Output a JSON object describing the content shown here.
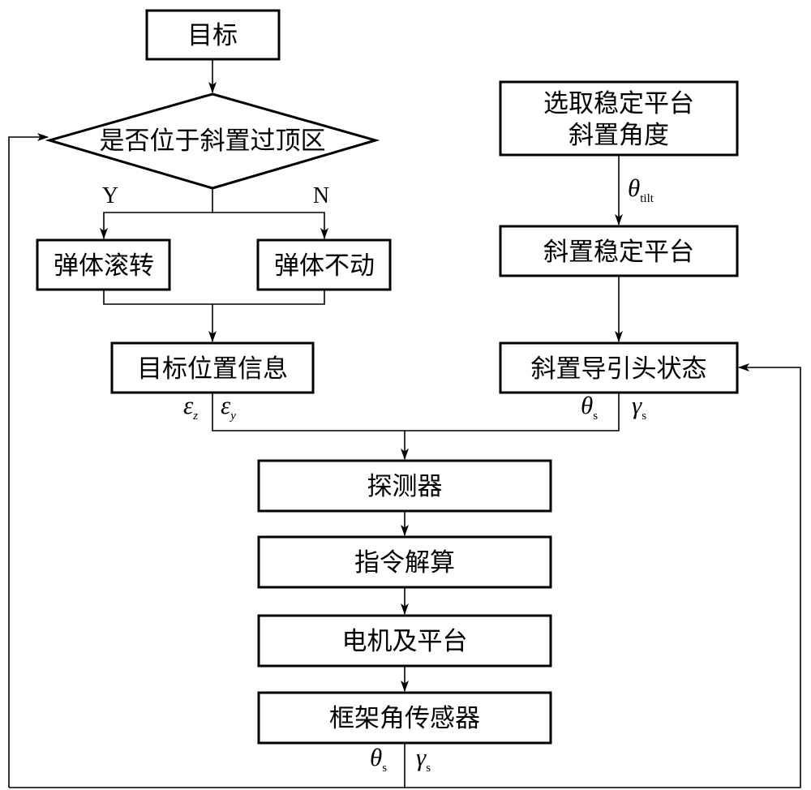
{
  "nodes": {
    "target": "目标",
    "decision": "是否位于斜置过顶区",
    "roll": "弹体滚转",
    "no_move": "弹体不动",
    "target_pos": "目标位置信息",
    "select_tilt_line1": "选取稳定平台",
    "select_tilt_line2": "斜置角度",
    "tilt_platform": "斜置稳定平台",
    "seeker_state": "斜置导引头状态",
    "detector": "探测器",
    "command": "指令解算",
    "motor": "电机及平台",
    "gimbal_sensor": "框架角传感器"
  },
  "branches": {
    "yes": "Y",
    "no": "N"
  },
  "signals": {
    "eps": "ε",
    "eps_z_sub": "z",
    "eps_y_sub": "y",
    "theta": "θ",
    "gamma": "γ",
    "s_sub": "s",
    "tilt_sub": "tilt"
  }
}
